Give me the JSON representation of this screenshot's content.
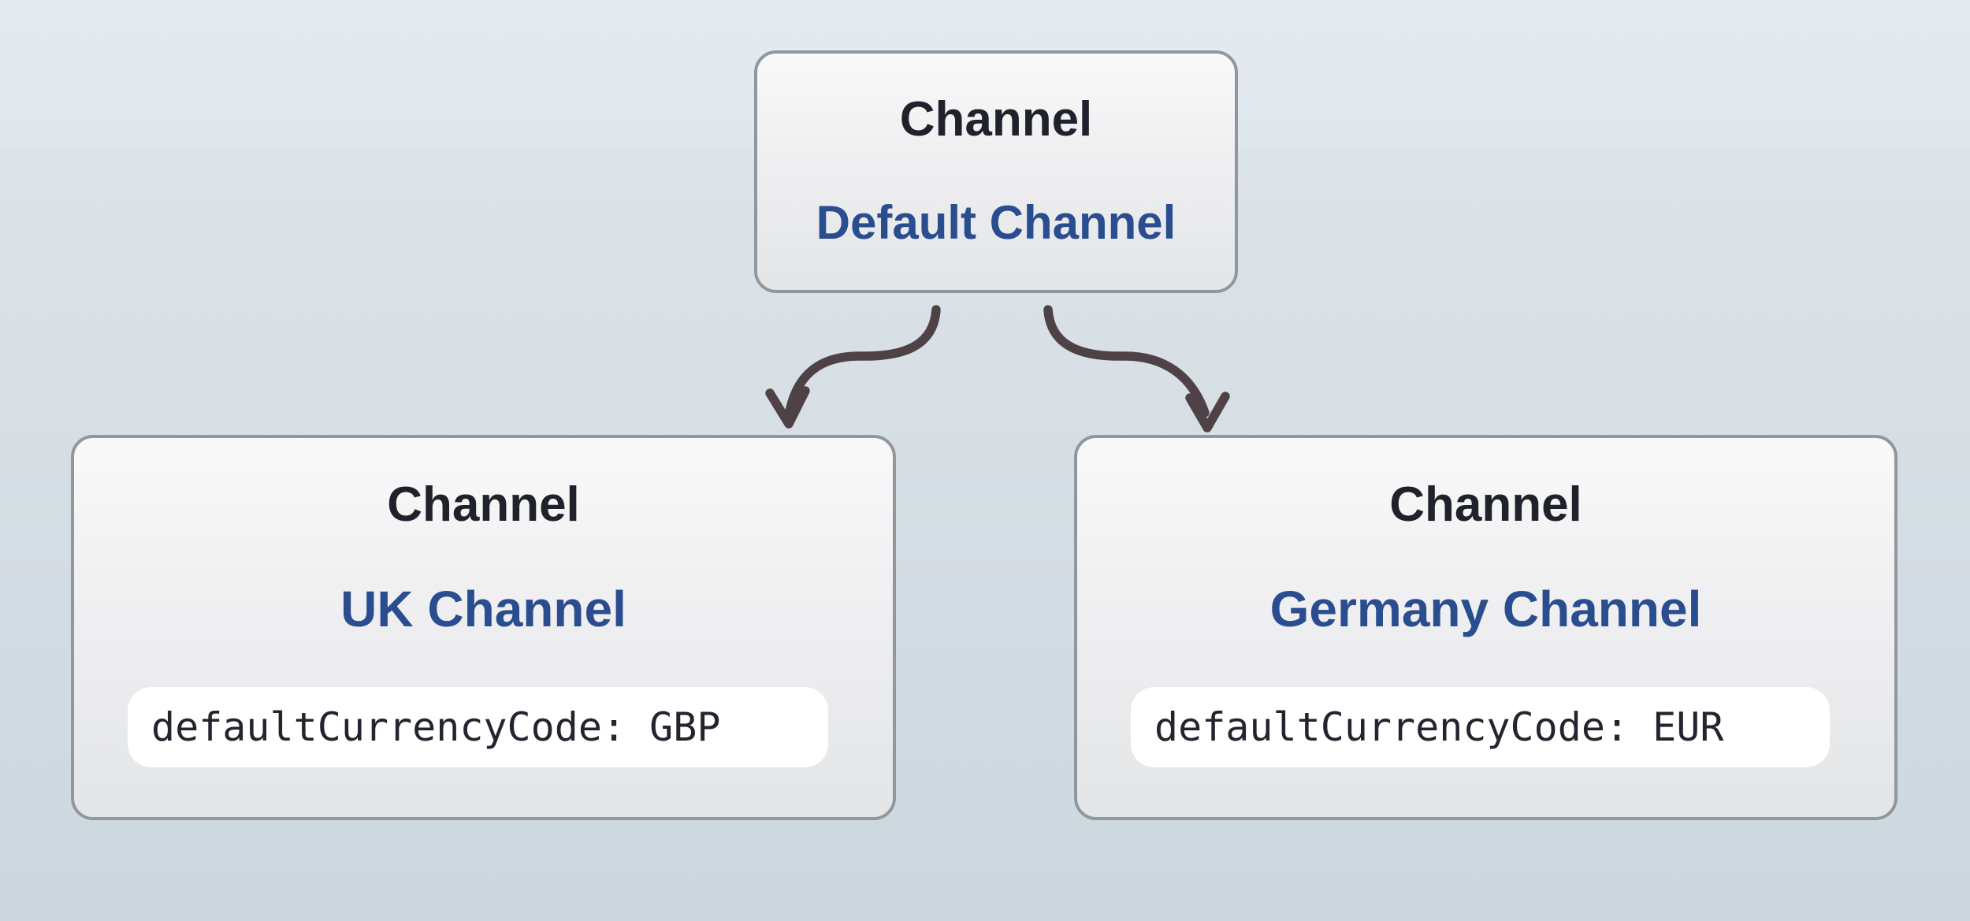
{
  "diagram": {
    "root": {
      "type_label": "Channel",
      "name": "Default Channel"
    },
    "children": [
      {
        "id": "uk",
        "type_label": "Channel",
        "name": "UK Channel",
        "attribute": "defaultCurrencyCode: GBP"
      },
      {
        "id": "germany",
        "type_label": "Channel",
        "name": "Germany Channel",
        "attribute": "defaultCurrencyCode: EUR"
      }
    ],
    "colors": {
      "background_top": "#e4eaf0",
      "background_bottom": "#ccd7de",
      "box_border": "#90989d",
      "box_fill_top": "#f9f9fa",
      "box_fill_bottom": "#e3e5e7",
      "heading_text": "#1f222b",
      "name_text": "#2a4d8f",
      "code_text": "#22252e",
      "code_pill_background": "#ffffff",
      "arrow": "#4f4246"
    }
  }
}
